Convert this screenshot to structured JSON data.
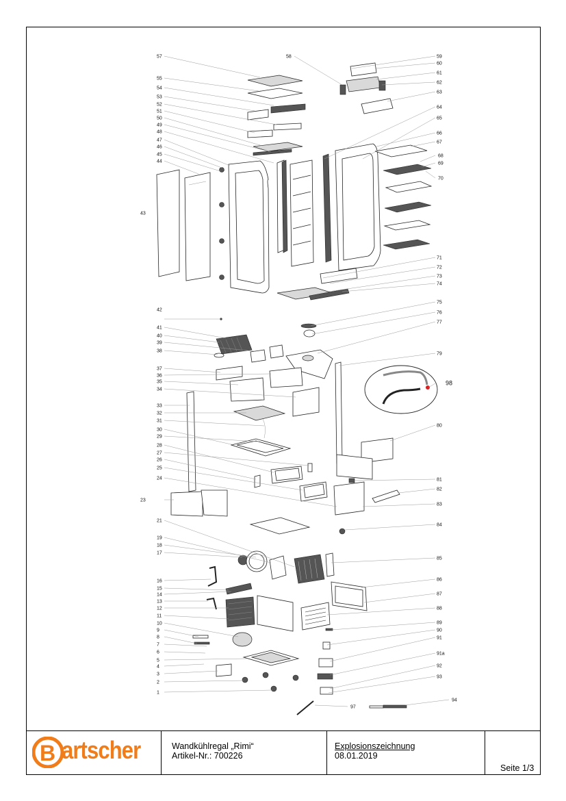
{
  "drawing": {
    "numbers_left": [
      "57",
      "55",
      "54",
      "53",
      "52",
      "51",
      "50",
      "49",
      "48",
      "47",
      "46",
      "45",
      "44",
      "43",
      "42",
      "41",
      "40",
      "39",
      "38",
      "37",
      "36",
      "35",
      "34",
      "33",
      "32",
      "31",
      "30",
      "29",
      "28",
      "27",
      "26",
      "25",
      "24",
      "23",
      "21",
      "19",
      "18",
      "17",
      "16",
      "15",
      "14",
      "13",
      "12",
      "11",
      "10",
      "9",
      "8",
      "7",
      "6",
      "5",
      "4",
      "3",
      "2",
      "1"
    ],
    "numbers_right": [
      "58",
      "59",
      "60",
      "61",
      "62",
      "63",
      "64",
      "65",
      "66",
      "67",
      "68",
      "69",
      "70",
      "71",
      "72",
      "73",
      "74",
      "75",
      "76",
      "77",
      "79",
      "98",
      "80",
      "81",
      "82",
      "83",
      "84",
      "85",
      "86",
      "87",
      "88",
      "89",
      "90",
      "91",
      "91a",
      "92",
      "93",
      "94",
      "97"
    ]
  },
  "title_block": {
    "logo_text": "Bartscher",
    "product_name": "Wandkühlregal „Rimi“",
    "article_number": "Artikel-Nr.: 700226",
    "document_type": "Explosionszeichnung",
    "date": "08.01.2019",
    "page": "Seite 1/3"
  },
  "colors": {
    "logo_orange": "#f07d1a",
    "frame": "#000000"
  }
}
